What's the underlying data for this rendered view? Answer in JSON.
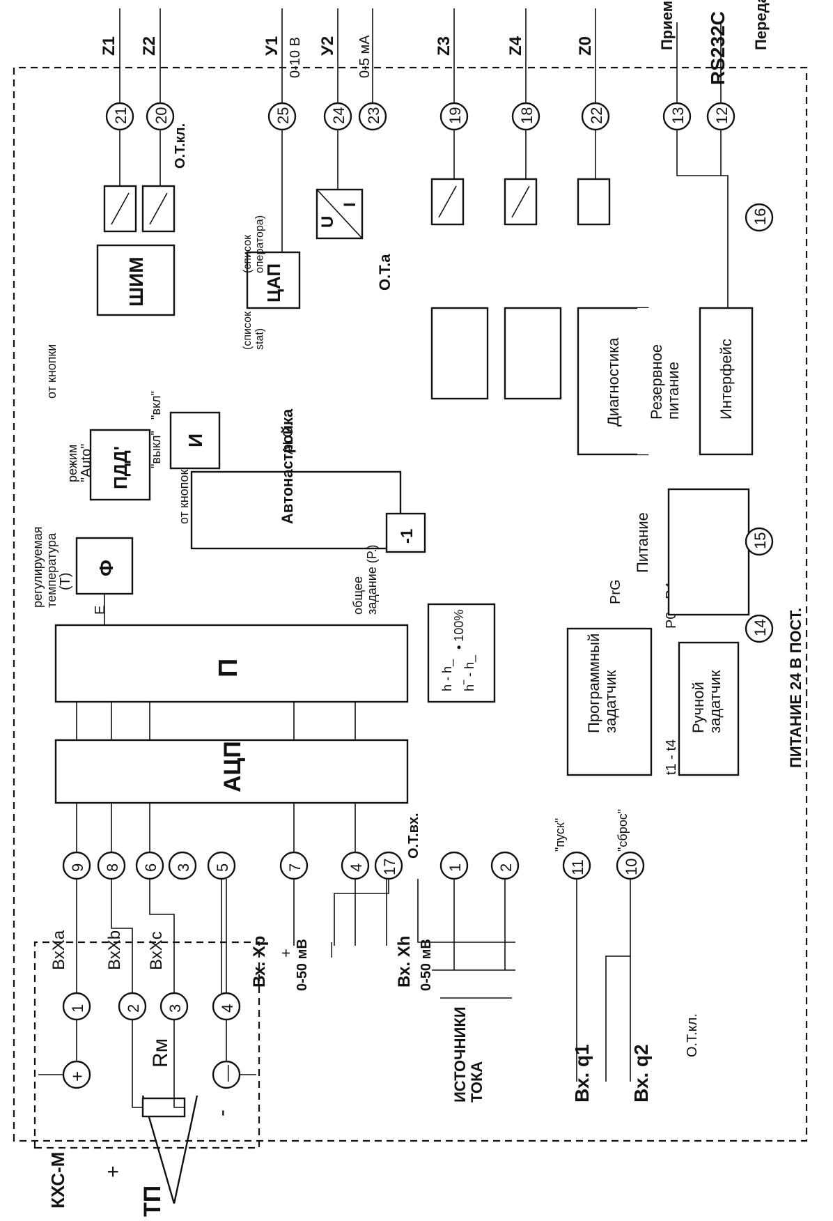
{
  "left": {
    "tp": "ТП",
    "tp_plus": "+",
    "tp_minus": "-",
    "ks": "КХС-М",
    "rm": "Rм",
    "plus": "+",
    "minus": "—",
    "in_a": "ВхXа",
    "in_b": "ВхXb",
    "in_c": "ВхXc",
    "in_xp": "Вх. Xp",
    "in_xh": "Вх. Xh",
    "range1": "0-50 мВ",
    "range2": "0-50 мВ",
    "sources": "ИСТОЧНИКИ\nТОКА",
    "vx_q1": "Вх. q1",
    "vx_q2": "Вх. q2",
    "ot_kl": "О.Т.кл."
  },
  "terminals": [
    "1",
    "2",
    "3",
    "4",
    "9",
    "8",
    "6",
    "3",
    "5",
    "7",
    "4",
    "17",
    "1",
    "2",
    "11",
    "10",
    "21",
    "20",
    "25",
    "24",
    "23",
    "19",
    "18",
    "22",
    "13",
    "12",
    "16",
    "15",
    "14"
  ],
  "blocks": {
    "adc": "АЦП",
    "p": "П",
    "f": "Ф",
    "autotune": "Автонастройка",
    "pdd": "ПДД'",
    "shim": "ШИМ",
    "i": "И",
    "dac": "ЦАП",
    "ui_u": "U",
    "ui_i": "I",
    "diag": "Диагностика",
    "reserve": "Резервное\nпитание",
    "iface": "Интерфейс",
    "prog": "Программный\nзадатчик",
    "manual": "Ручной\nзадатчик",
    "pwr": "Питание",
    "neg1": "-1",
    "formula_top": "h - h_",
    "formula_bot": "h‾ - h_",
    "formula_pct": "• 100%"
  },
  "labels": {
    "reg_temp": "регулируемая\nтемпература",
    "t": "(T)",
    "e": "E",
    "mode": "режим",
    "auto": "\"Auto\"",
    "off": "\"выкл\"",
    "on": "\"вкл\"",
    "from_btn": "от кнопки",
    "from_btns": "от кнопок",
    "common": "общее\nзадание (P.)",
    "list_stat": "(список\nstat)",
    "list_oper": "(список\nоператора)",
    "alg": "ALG.",
    "ota": "О.Т.а",
    "otvx": "О.Т.вх.",
    "pusk": "\"пуск\"",
    "sbros": "\"сброс\"",
    "pwr24": "ПИТАНИЕ 24 В ПОСТ.",
    "t1_t4": "t1 - t4",
    "p0_p4": "P0 - P4",
    "prg": "PrG"
  },
  "outputs": {
    "z1": "Z1",
    "z2": "Z2",
    "y1": "У1",
    "y2": "У2",
    "y1r": "0-10 В",
    "y2r": "0-5 мА",
    "z3": "Z3",
    "z4": "Z4",
    "z0": "Z0",
    "rx": "Прием",
    "tx": "Передача",
    "rs": "RS232C",
    "otkl": "О.Т.кл."
  }
}
